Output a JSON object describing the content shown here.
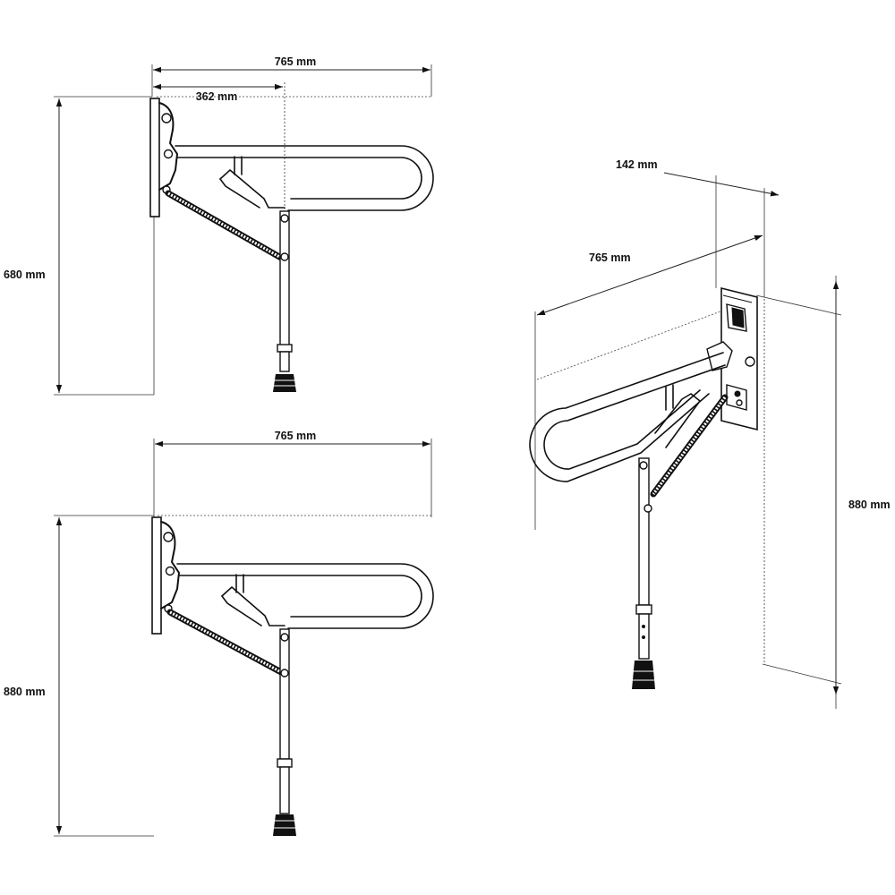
{
  "top_view": {
    "width_label": "765 mm",
    "leg_offset_label": "362 mm",
    "height_label": "680 mm"
  },
  "bottom_view": {
    "width_label": "765 mm",
    "height_label": "880 mm"
  },
  "perspective_view": {
    "depth_label": "142 mm",
    "width_label": "765 mm",
    "height_label": "880 mm"
  }
}
